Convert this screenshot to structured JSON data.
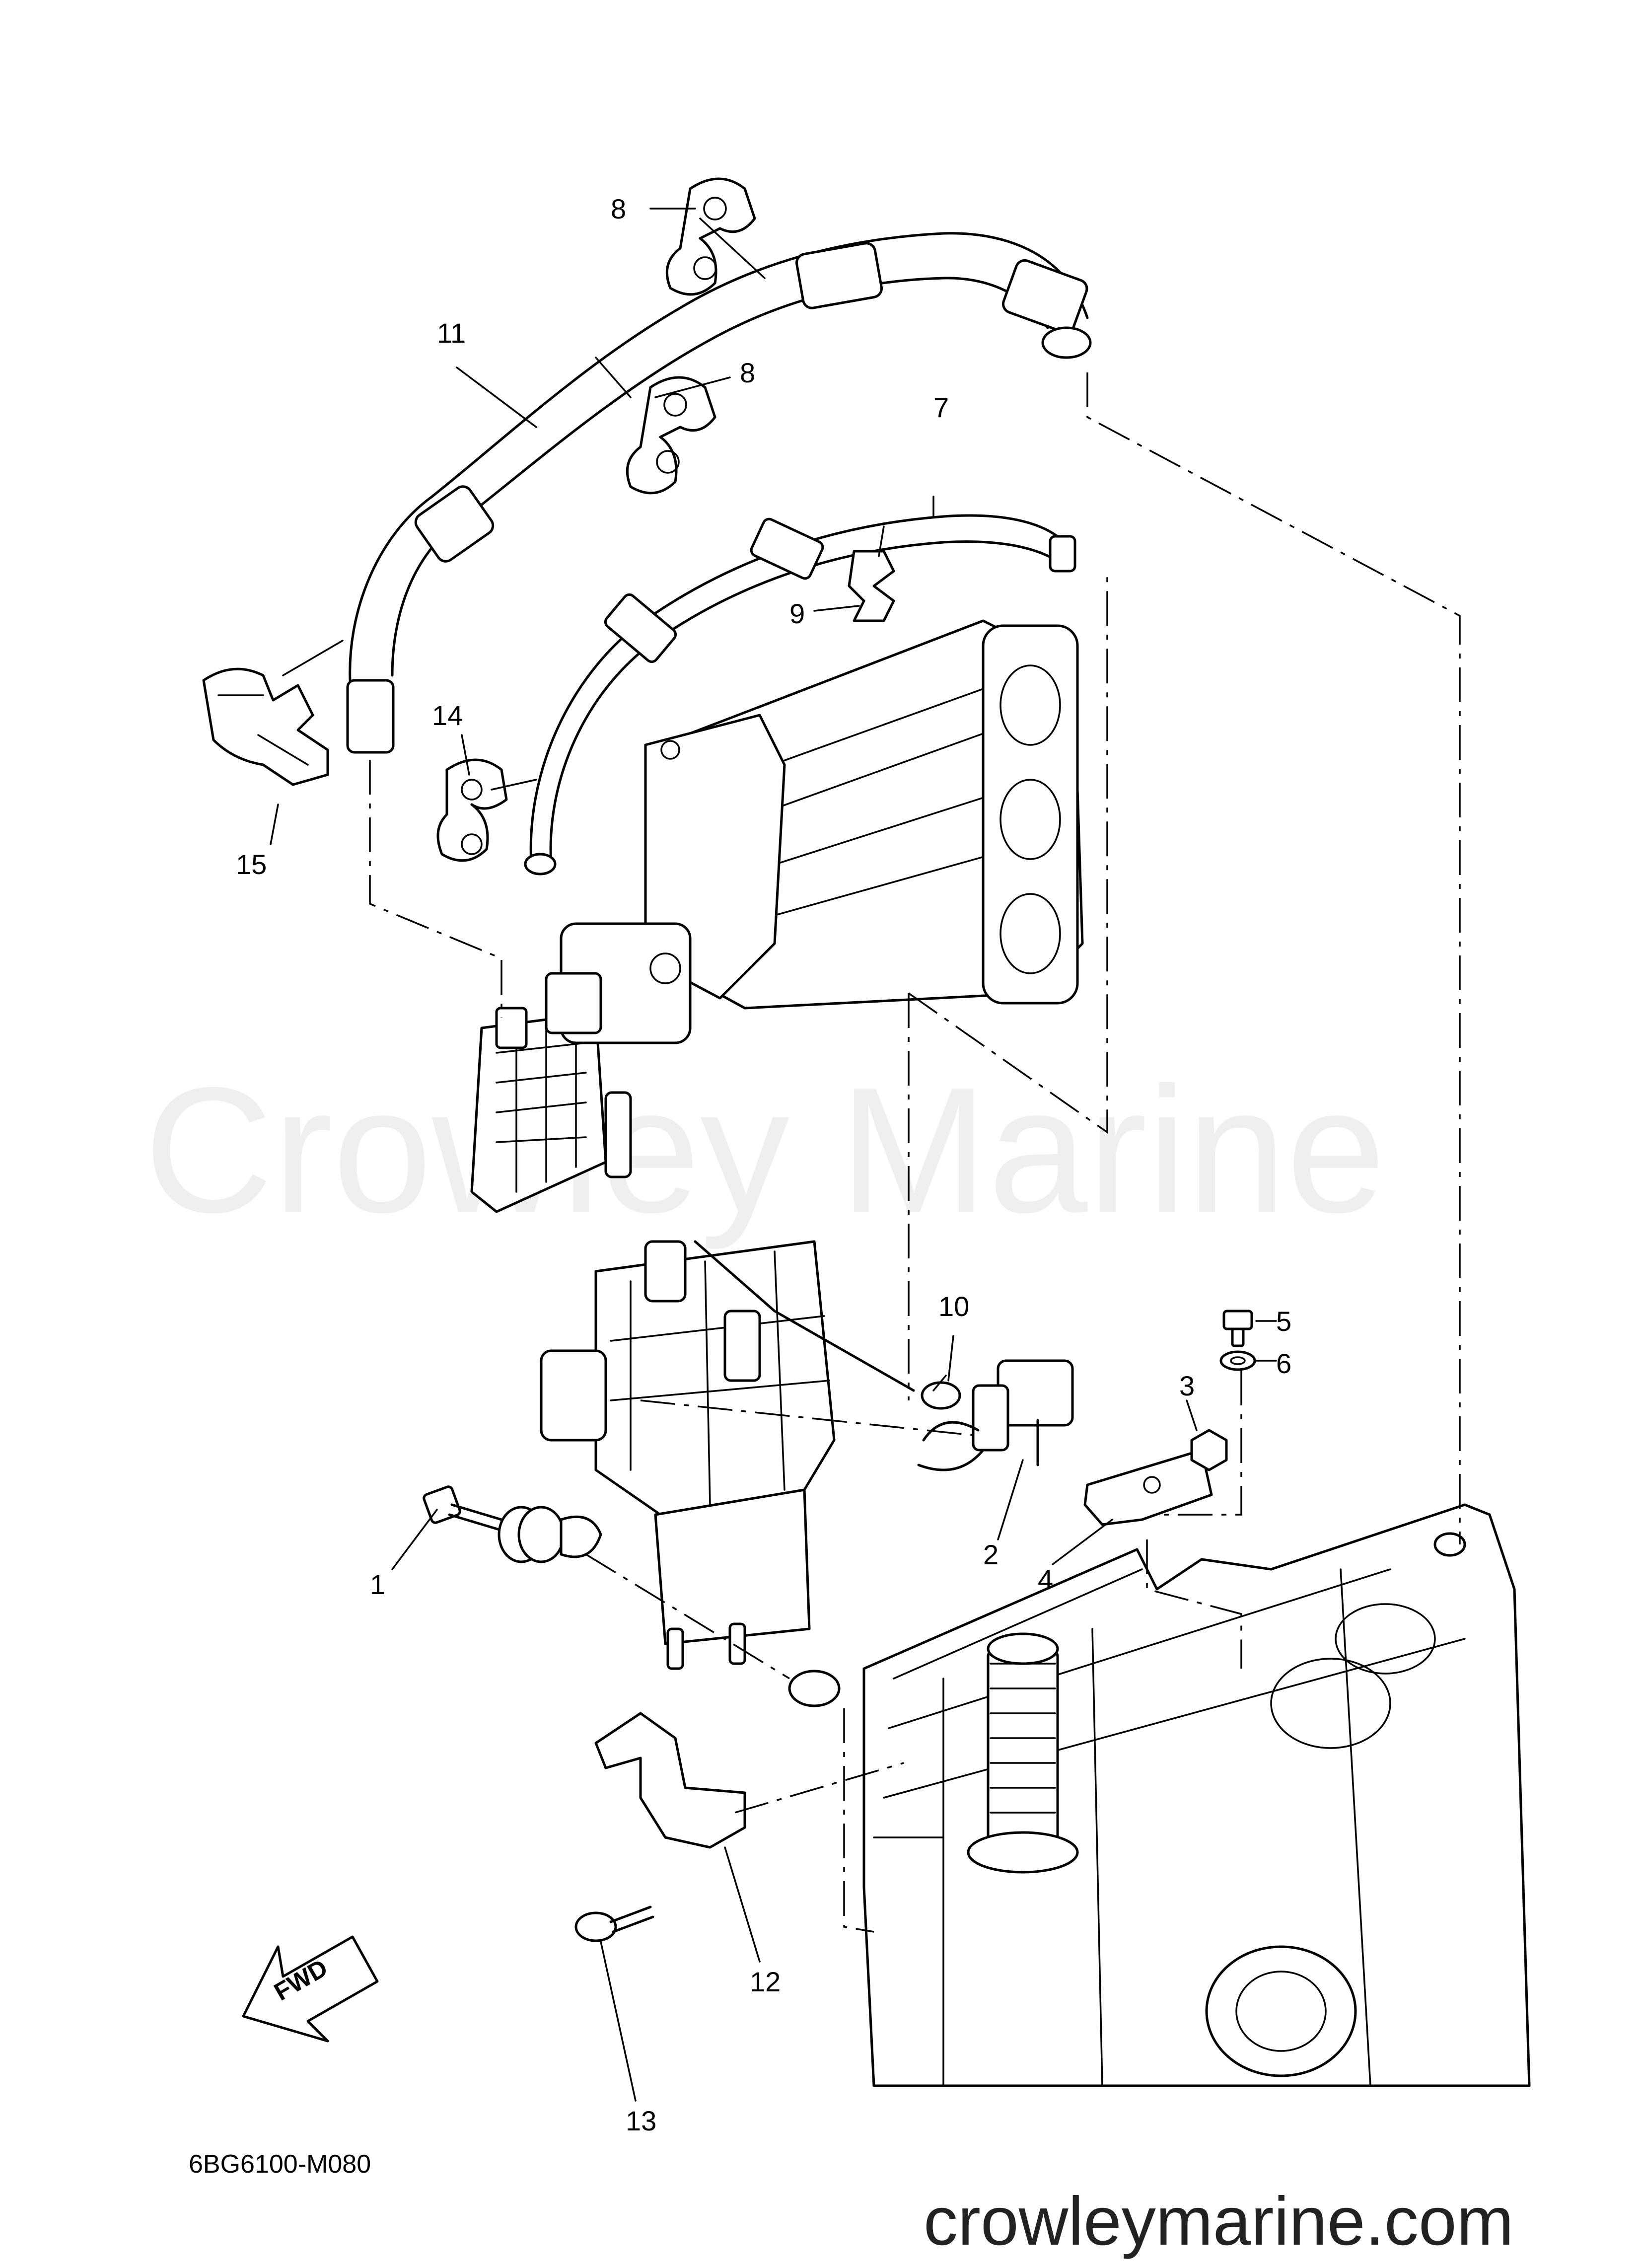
{
  "diagram": {
    "drawing_code": "6BG6100-M080",
    "fwd_label": "FWD",
    "watermark": "Crowley Marine",
    "site_url": "crowleymarine.com",
    "callouts": {
      "c1": "1",
      "c2": "2",
      "c3": "3",
      "c4": "4",
      "c5": "5",
      "c6": "6",
      "c7": "7",
      "c8a": "8",
      "c8b": "8",
      "c9": "9",
      "c10": "10",
      "c11": "11",
      "c12": "12",
      "c13": "13",
      "c14": "14",
      "c15": "15"
    }
  }
}
